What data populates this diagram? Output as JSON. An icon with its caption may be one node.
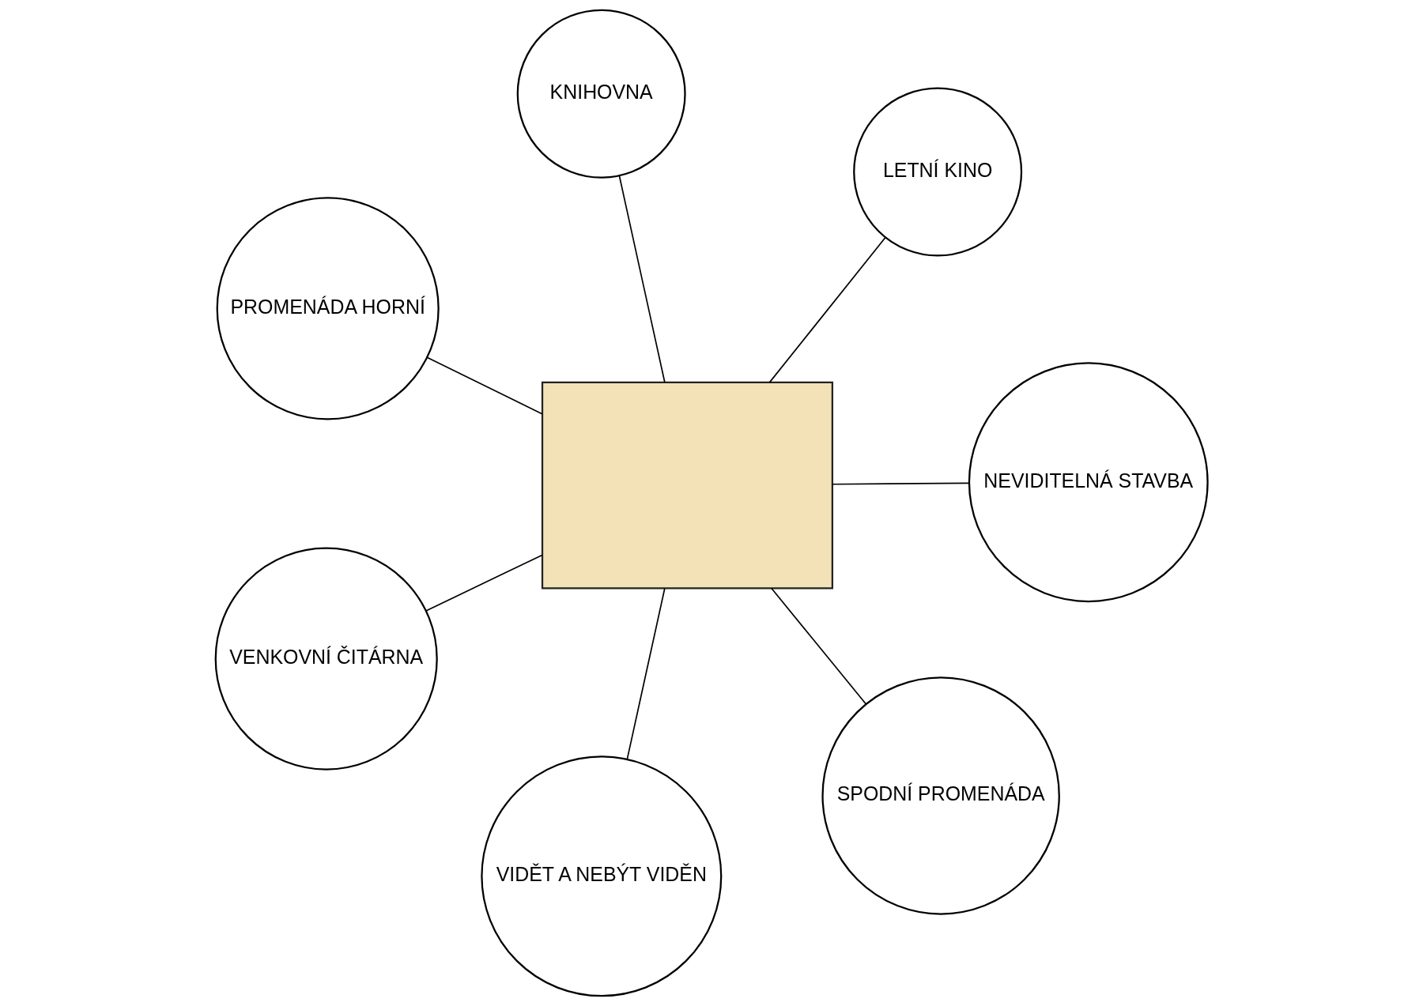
{
  "diagram": {
    "nodes": [
      {
        "text": [],
        "shape": "box"
      },
      {
        "text": [
          "NEVIDITELNÁ STAVBA"
        ]
      },
      {
        "text": [
          "VIDĚT A NEBÝT VIDĚN"
        ]
      },
      {
        "text": [
          "PROMENÁDA HORNÍ"
        ]
      },
      {
        "text": [
          "LETNÍ KINO"
        ]
      },
      {
        "text": [
          "KNIHOVNA"
        ]
      },
      {
        "text": [
          "VENKOVNÍ ČITÁRNA"
        ]
      },
      {
        "text": [
          "SPODNÍ PROMENÁDA"
        ]
      }
    ],
    "edges": [
      {
        "from": 1,
        "to": 0,
        "arrow": "none"
      },
      {
        "from": 2,
        "to": 0,
        "arrow": "none"
      },
      {
        "from": 3,
        "to": 0,
        "arrow": "none"
      },
      {
        "from": 4,
        "to": 0,
        "arrow": "none"
      },
      {
        "from": 5,
        "to": 0,
        "arrow": "none"
      },
      {
        "from": 6,
        "to": 0,
        "arrow": "none"
      },
      {
        "from": 7,
        "to": 0,
        "arrow": "none"
      }
    ]
  }
}
